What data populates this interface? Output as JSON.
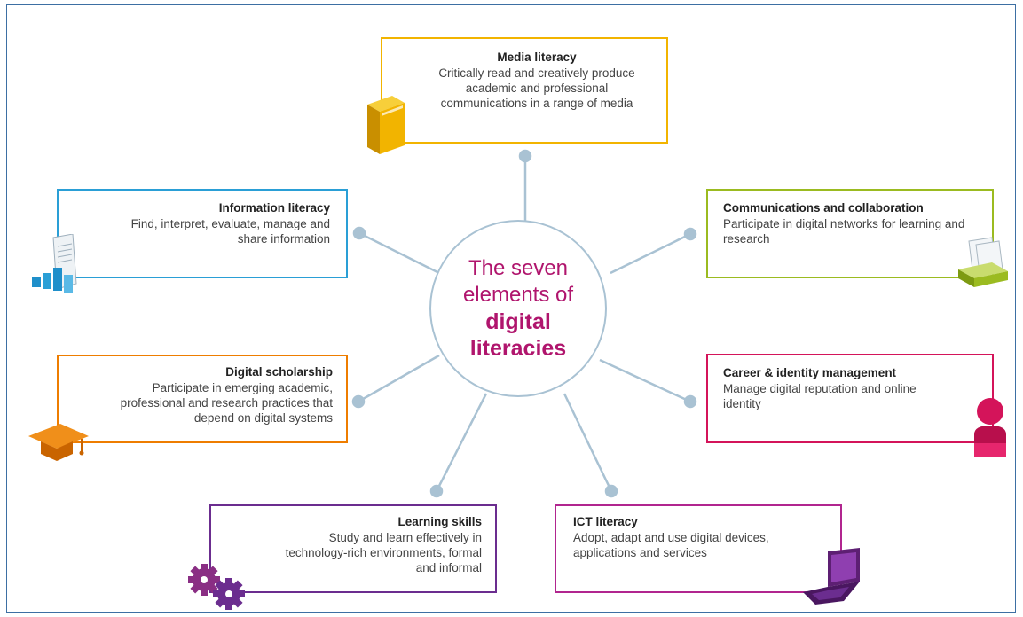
{
  "center": {
    "line1": "The seven",
    "line2": "elements of",
    "line3": "digital",
    "line4": "literacies"
  },
  "elements": {
    "media": {
      "title": "Media literacy",
      "desc": "Critically read and creatively produce academic and professional communications in a range of media",
      "color": "#f2b400",
      "icon": "book-icon"
    },
    "information": {
      "title": "Information literacy",
      "desc": "Find, interpret, evaluate, manage and share information",
      "color": "#2a9fd6",
      "icon": "document-chart-icon"
    },
    "communications": {
      "title": "Communications and collaboration",
      "desc": "Participate in digital networks for learning and research",
      "color": "#9bbb20",
      "icon": "card-tray-icon"
    },
    "scholarship": {
      "title": "Digital scholarship",
      "desc": "Participate in emerging academic, professional and research practices that depend on digital systems",
      "color": "#ee7d00",
      "icon": "graduation-cap-icon"
    },
    "career": {
      "title": "Career & identity management",
      "desc": "Manage digital reputation and online identity",
      "color": "#d4145a",
      "icon": "person-icon"
    },
    "learning": {
      "title": "Learning skills",
      "desc": "Study and learn effectively in technology-rich environments, formal and informal",
      "color": "#6b2d8f",
      "icon": "gears-icon"
    },
    "ict": {
      "title": "ICT literacy",
      "desc": "Adopt, adapt and use digital devices, applications and services",
      "color": "#b1258f",
      "icon": "laptop-icon"
    }
  },
  "link_color": "#a9c2d3"
}
